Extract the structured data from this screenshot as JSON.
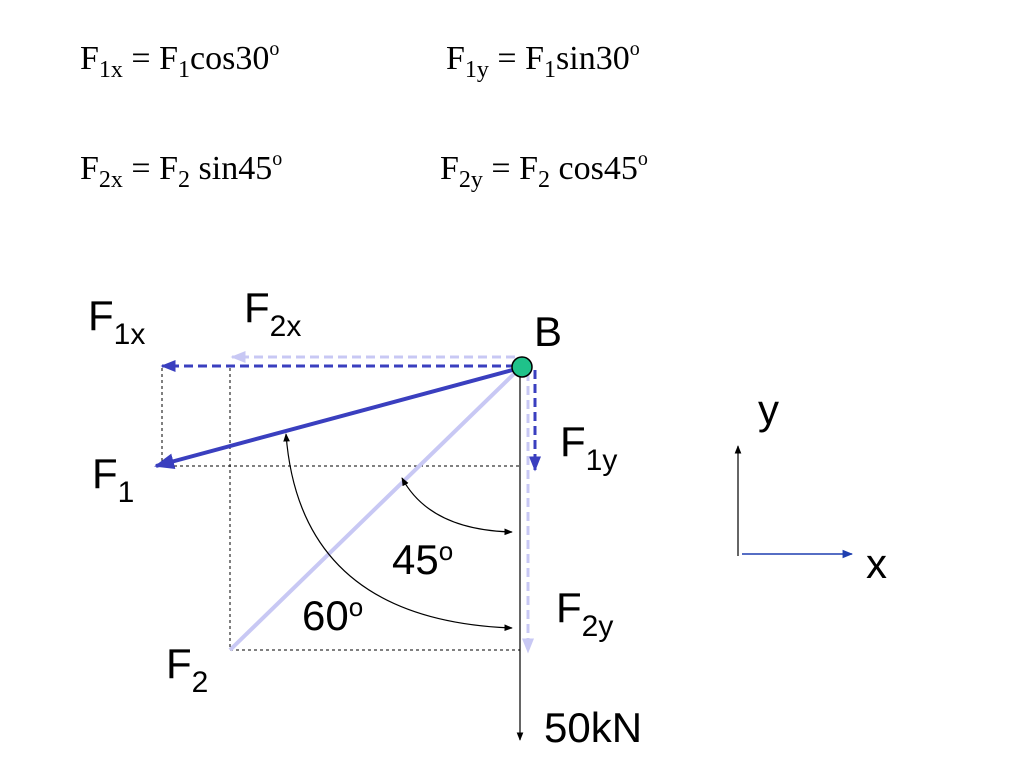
{
  "equations": {
    "f1x": {
      "lhs_main": "F",
      "lhs_sub": "1x",
      "eq": " = F",
      "rhs_sub": "1",
      "func": "cos30",
      "deg": "o"
    },
    "f1y": {
      "lhs_main": "F",
      "lhs_sub": "1y",
      "eq": " = F",
      "rhs_sub": "1",
      "func": "sin30",
      "deg": "o"
    },
    "f2x": {
      "lhs_main": "F",
      "lhs_sub": "2x",
      "eq": " = F",
      "rhs_sub": "2",
      "func": " sin45",
      "deg": "o"
    },
    "f2y": {
      "lhs_main": "F",
      "lhs_sub": "2y",
      "eq": " = F",
      "rhs_sub": "2",
      "func": " cos45",
      "deg": "o"
    }
  },
  "labels": {
    "f1x": {
      "main": "F",
      "sub": "1x"
    },
    "f2x": {
      "main": "F",
      "sub": "2x"
    },
    "point_b": "B",
    "f1": {
      "main": "F",
      "sub": "1"
    },
    "f1y": {
      "main": "F",
      "sub": "1y"
    },
    "f2y": {
      "main": "F",
      "sub": "2y"
    },
    "f2": {
      "main": "F",
      "sub": "2"
    },
    "angle45": {
      "value": "45",
      "deg": "o"
    },
    "angle60": {
      "value": "60",
      "deg": "o"
    },
    "load": "50kN",
    "axis_y": "y",
    "axis_x": "x"
  },
  "colors": {
    "f1_vector": "#3a3fbf",
    "f2_vector": "#c8c8f4",
    "f2_dashed": "#c8c8f4",
    "f1_dashed": "#3a3fbf",
    "point": "#1fc28a",
    "axis_x_arrow": "#1f3fb0",
    "text": "#000000"
  }
}
